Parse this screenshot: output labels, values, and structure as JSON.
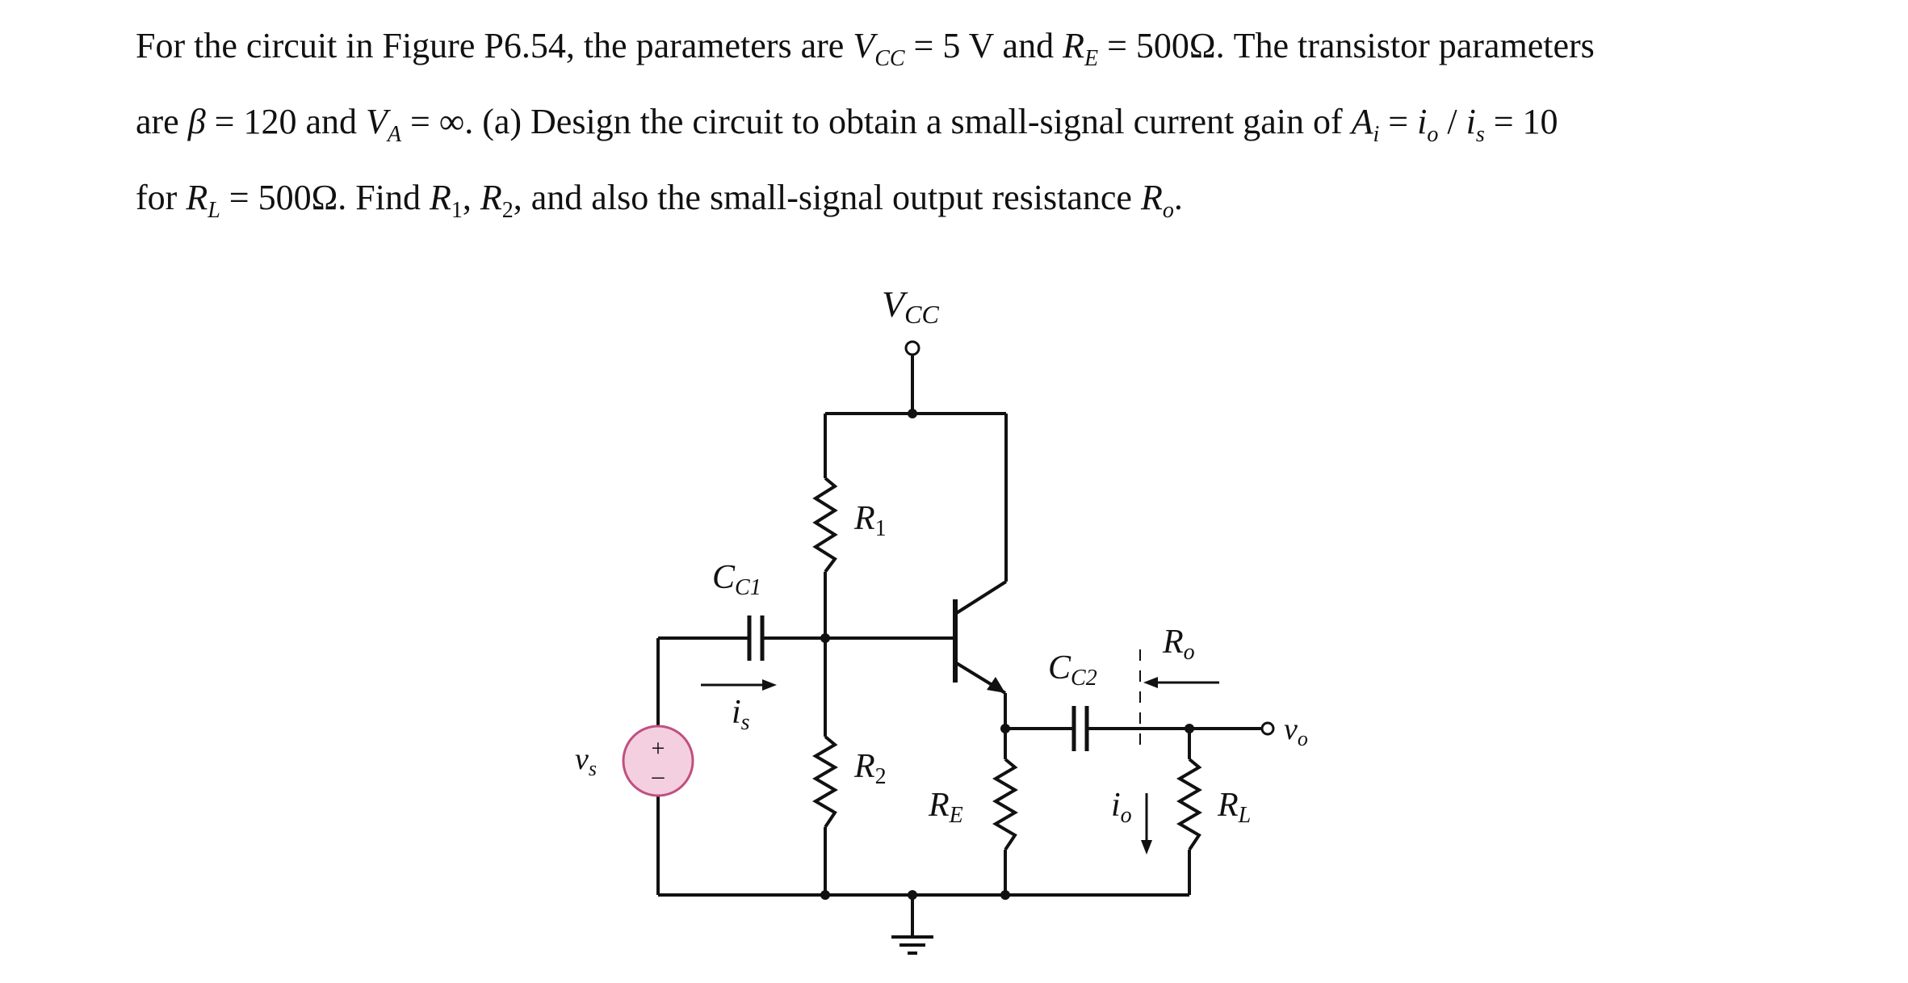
{
  "problem": {
    "line1": {
      "a": "For the circuit in Figure P6.54, the parameters are ",
      "vcc_sym": "V",
      "vcc_sub": "CC",
      "vcc_val": " = 5  V and ",
      "re_sym": "R",
      "re_sub": "E",
      "re_val": " = 500Ω",
      "b": ".  The transistor parameters"
    },
    "line2": {
      "a": "are ",
      "beta_sym": "β",
      "beta_val": " = 120",
      "b": "  and ",
      "va_sym": "V",
      "va_sub": "A",
      "va_val": " = ∞",
      "c": ".  (a) Design the circuit to obtain a small-signal current gain of ",
      "ai_sym": "A",
      "ai_sub": "i",
      "ai_eq": " = ",
      "io_sym": "i",
      "io_sub": "o",
      "slash": " / ",
      "is_sym": "i",
      "is_sub": "s",
      "ai_val": " = 10"
    },
    "line3": {
      "a": "for ",
      "rl_sym": "R",
      "rl_sub": "L",
      "rl_val": " = 500Ω",
      "b": ".  Find ",
      "r1_sym": "R",
      "r1_sub": "1",
      "c": ", ",
      "r2_sym": "R",
      "r2_sub": "2",
      "d": ", and also the small-signal output resistance ",
      "ro_sym": "R",
      "ro_sub": "o",
      "e": "."
    }
  },
  "diagram": {
    "vcc": {
      "main": "V",
      "sub": "CC"
    },
    "r1": {
      "main": "R",
      "sub": "1"
    },
    "r2": {
      "main": "R",
      "sub": "2"
    },
    "cc1": {
      "main": "C",
      "sub": "C1"
    },
    "cc2": {
      "main": "C",
      "sub": "C2"
    },
    "re": {
      "main": "R",
      "sub": "E"
    },
    "rl": {
      "main": "R",
      "sub": "L"
    },
    "ro": {
      "main": "R",
      "sub": "o"
    },
    "is": {
      "main": "i",
      "sub": "s"
    },
    "io": {
      "main": "i",
      "sub": "o"
    },
    "vs": {
      "main": "v",
      "sub": "s"
    },
    "vo": {
      "main": "v",
      "sub": "o"
    },
    "plus": "+",
    "minus": "–"
  },
  "colors": {
    "source_fill": "#f4cfe0",
    "source_stroke": "#c0507f",
    "ink": "#111111"
  }
}
